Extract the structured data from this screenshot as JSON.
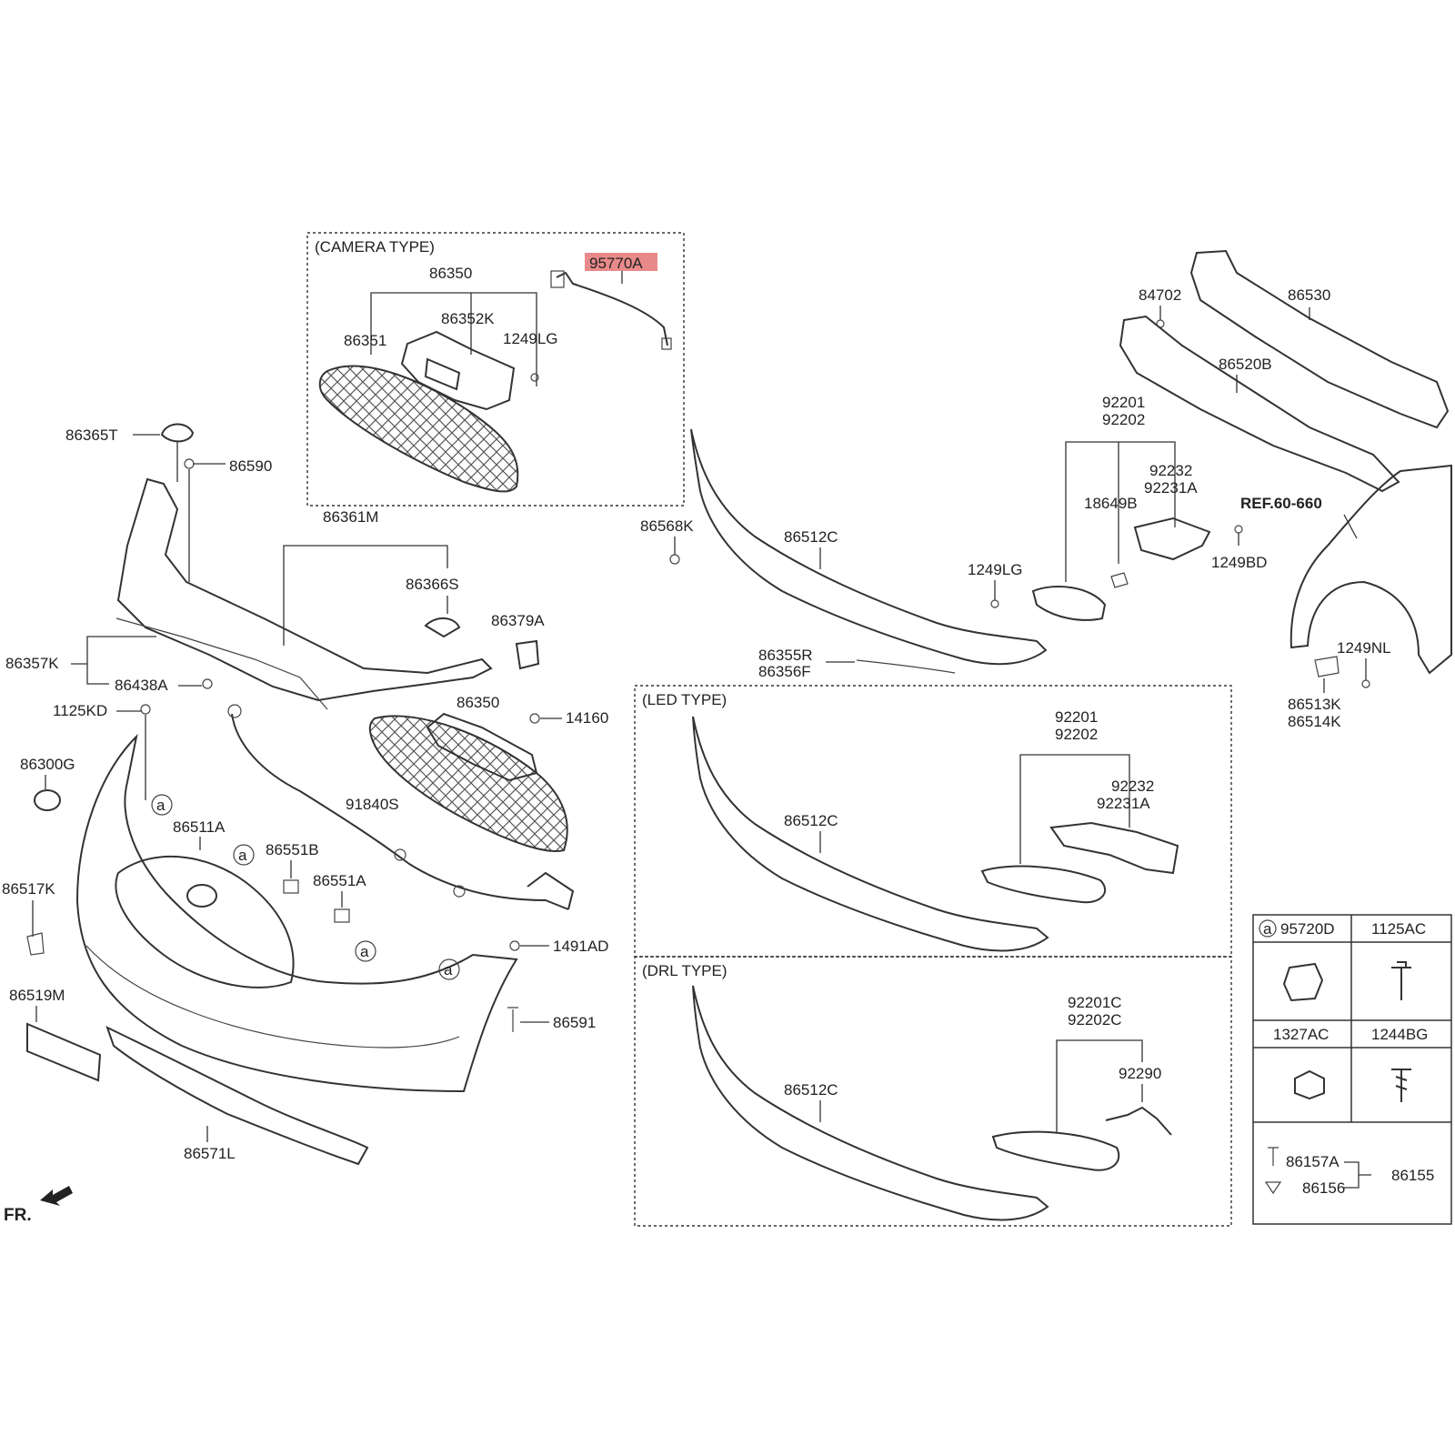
{
  "boxes": {
    "camera_type": "(CAMERA TYPE)",
    "led_type": "(LED TYPE)",
    "drl_type": "(DRL TYPE)"
  },
  "labels": {
    "p86350_top": "86350",
    "p95770A": "95770A",
    "p86351": "86351",
    "p86352K": "86352K",
    "p1249LG_top": "1249LG",
    "p86365T": "86365T",
    "p86590": "86590",
    "p86361M": "86361M",
    "p86366S": "86366S",
    "p86379A": "86379A",
    "p86357K": "86357K",
    "p86438A": "86438A",
    "p1125KD": "1125KD",
    "p86350_mid": "86350",
    "p14160": "14160",
    "p86300G": "86300G",
    "p91840S": "91840S",
    "p86511A": "86511A",
    "p86551B": "86551B",
    "p86551A": "86551A",
    "p86517K": "86517K",
    "p1491AD": "1491AD",
    "p86519M": "86519M",
    "p86591": "86591",
    "p86571L": "86571L",
    "fr": "FR.",
    "p84702": "84702",
    "p86530": "86530",
    "p86520B": "86520B",
    "p92201_a": "92201",
    "p92202_a": "92202",
    "p92232_a": "92232",
    "p92231A_a": "92231A",
    "p18649B": "18649B",
    "ref": "REF.60-660",
    "p86568K": "86568K",
    "p86512C_a": "86512C",
    "p1249LG_mid": "1249LG",
    "p1249BD": "1249BD",
    "p86355R": "86355R",
    "p86356F": "86356F",
    "p1249NL": "1249NL",
    "p86513K": "86513K",
    "p86514K": "86514K",
    "p92201_b": "92201",
    "p92202_b": "92202",
    "p92232_b": "92232",
    "p92231A_b": "92231A",
    "p86512C_b": "86512C",
    "p92201C": "92201C",
    "p92202C": "92202C",
    "p92290": "92290",
    "p86512C_c": "86512C"
  },
  "legend": {
    "c1_marker": "a",
    "c1": "95720D",
    "c2": "1125AC",
    "c3": "1327AC",
    "c4": "1244BG",
    "c5a": "86157A",
    "c5b": "86156",
    "c5c": "86155"
  },
  "markers": {
    "a": "a"
  },
  "colors": {
    "highlight": "#e98a8a",
    "line": "#333333"
  }
}
